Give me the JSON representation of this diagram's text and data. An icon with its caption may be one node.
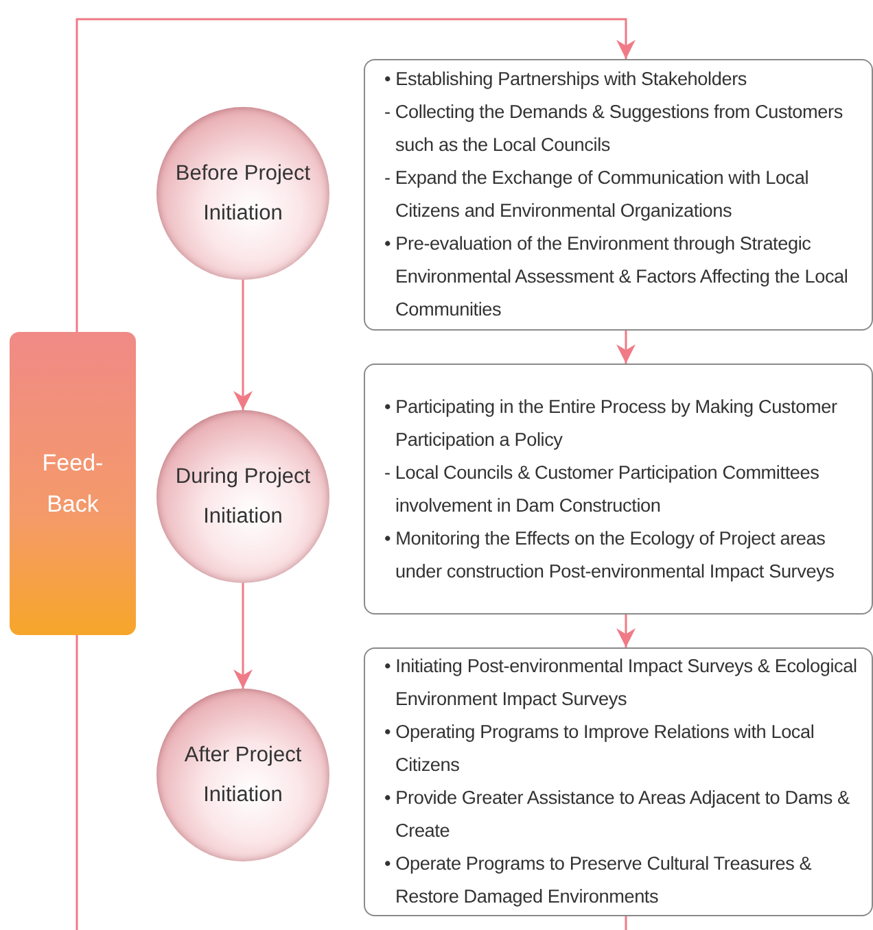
{
  "diagram": {
    "nodes": [
      {
        "text": [
          "Feed-Back"
        ]
      },
      {
        "text": [
          "Before Project Initiation"
        ]
      },
      {
        "text": [
          "During Project Initiation"
        ]
      },
      {
        "text": [
          "After Project Initiation"
        ]
      },
      {
        "text": [
          "• Establishing Partnerships with Stakeholders",
          "- Collecting the Demands & Suggestions from Customers such as the Local Councils",
          "- Expand the Exchange of Communication with Local Citizens and Environmental Organizations",
          "• Pre-evaluation of the Environment through Strategic Environmental Assessment & Factors Affecting the Local Communities"
        ]
      },
      {
        "text": [
          "• Participating in the Entire Process by Making Customer Participation a Policy",
          "- Local Councils & Customer Participation Committees involvement in Dam Construction",
          "• Monitoring the Effects on the Ecology of Project areas under construction Post-environmental Impact Surveys"
        ]
      },
      {
        "text": [
          "• Initiating Post-environmental Impact Surveys & Ecological Environment Impact Surveys",
          "• Operating Programs to Improve Relations with Local Citizens",
          "• Provide Greater Assistance to Areas Adjacent to Dams & Create",
          "• Operate Programs to Preserve Cultural Treasures & Restore Damaged Environments"
        ]
      }
    ],
    "edges": [
      {
        "from": 1,
        "to": 2,
        "arrow": "to"
      },
      {
        "from": 2,
        "to": 3,
        "arrow": "to"
      },
      {
        "from": 4,
        "to": 5,
        "arrow": "to"
      },
      {
        "from": 5,
        "to": 6,
        "arrow": "to"
      },
      {
        "from": null,
        "to": 0,
        "arrow": "none"
      },
      {
        "from": 0,
        "to": 4,
        "arrow": "to"
      },
      {
        "from": 6,
        "to": null,
        "arrow": "none"
      }
    ]
  }
}
